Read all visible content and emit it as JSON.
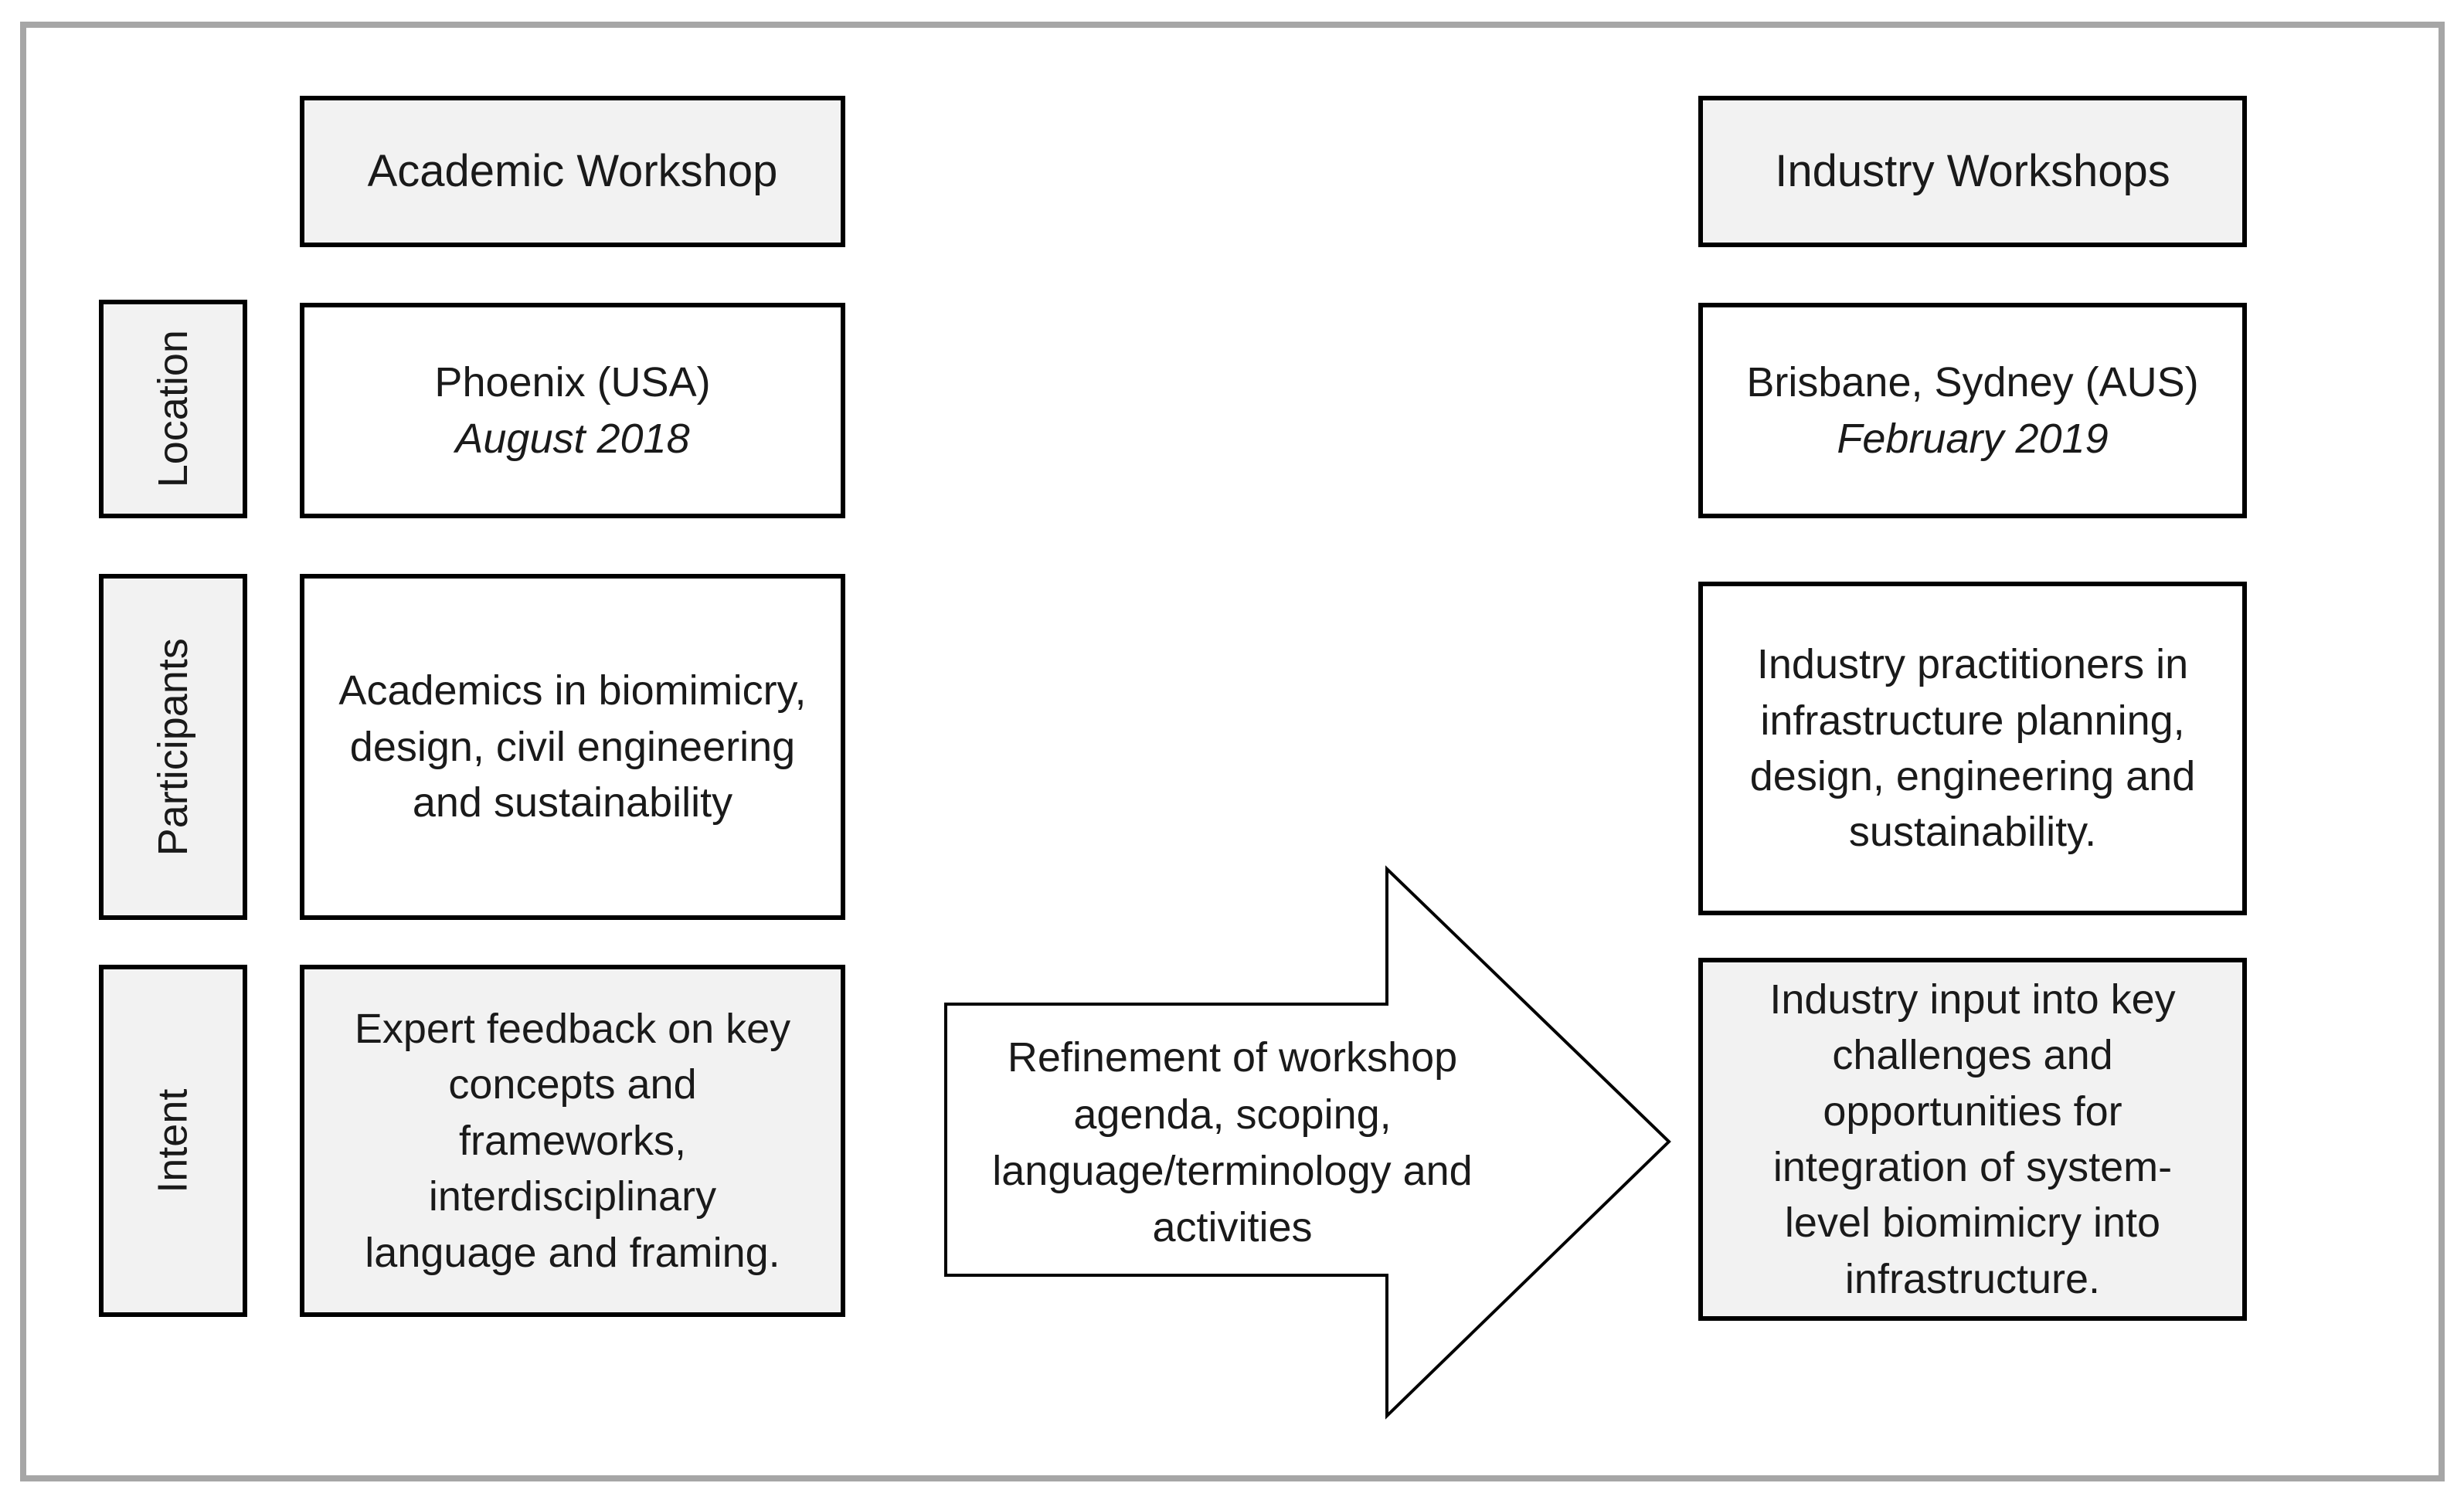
{
  "diagram": {
    "row_labels": {
      "location": "Location",
      "participants": "Participants",
      "intent": "Intent"
    },
    "academic": {
      "header": "Academic Workshop",
      "location_place": "Phoenix (USA)",
      "location_date": "August 2018",
      "participants": [
        "Academics in biomimicry,",
        "design, civil engineering",
        "and sustainability"
      ],
      "intent": [
        "Expert feedback on key",
        "concepts and",
        "frameworks,",
        "interdisciplinary",
        "language and framing."
      ]
    },
    "industry": {
      "header": "Industry Workshops",
      "location_place": "Brisbane, Sydney (AUS)",
      "location_date": "February 2019",
      "participants": [
        "Industry practitioners in",
        "infrastructure planning,",
        "design, engineering and",
        "sustainability."
      ],
      "intent": [
        "Industry input into key",
        "challenges and",
        "opportunities for",
        "integration of system-",
        "level biomimicry into",
        "infrastructure."
      ]
    },
    "arrow": {
      "label": [
        "Refinement of workshop",
        "agenda, scoping,",
        "language/terminology and",
        "activities"
      ]
    },
    "colors": {
      "fill_gray": "#f2f2f2",
      "fill_white": "#ffffff",
      "box_border": "#000000",
      "outer_frame": "#a6a6a6"
    }
  }
}
